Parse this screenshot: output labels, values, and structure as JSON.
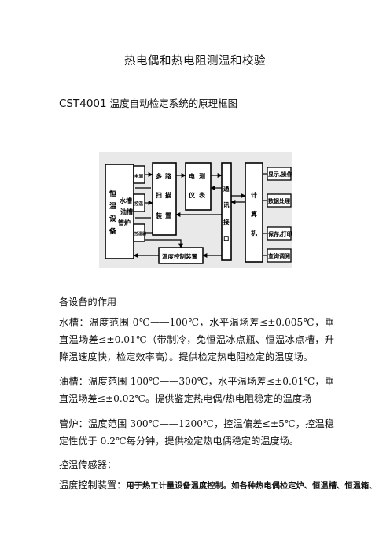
{
  "doc": {
    "title": "热电偶和热电阻测温和校验",
    "subtitle_en": "CST4001",
    "subtitle_cn": " 温度自动检定系统的原理框图"
  },
  "diagram": {
    "left_block": [
      "恒",
      "温",
      "设",
      "备"
    ],
    "water": "水槽",
    "oil": "油槽",
    "furnace": "管炉",
    "small_top": "电测",
    "small_mid": "控温",
    "small_low": "控温器",
    "multiplexer": [
      "多",
      "路",
      "扫",
      "描",
      "装",
      "置"
    ],
    "meter": [
      "电",
      "测",
      "仪",
      "表"
    ],
    "interface": [
      "通",
      "讯",
      "接",
      "口"
    ],
    "computer": [
      "计",
      "算",
      "机"
    ],
    "outputs": [
      "显示,操作",
      "数据处理",
      "保存,打印",
      "查询调阅"
    ],
    "temp_control": "温度控制装置"
  },
  "sections": {
    "heading": "各设备的作用",
    "water": "水槽：温度范围 0℃——100℃，水平温场差≤±0.005℃，垂直温场差≤±0.01℃（带制冷，免恒温冰点瓶、恒温冰点槽，升降温速度快，检定效率高）。提供检定热电阻检定的温度场。",
    "oil": "油槽：温度范围 100℃——300℃，水平温场差≤±0.01℃，垂直温场差≤±0.02℃。提供鉴定热电偶/热电阻稳定的温度场",
    "furnace": "管炉：温度范围 300℃——1200℃，控温偏差≤±5℃，控温稳定性优于 0.2℃每分钟，提供检定热电偶稳定的温度场。",
    "sensor": "控温传感器：",
    "control_label": "温度控制装置：",
    "control_text": "用于热工计量设备温度控制。如各种热电偶检定炉、恒温槽、恒温箱、"
  }
}
